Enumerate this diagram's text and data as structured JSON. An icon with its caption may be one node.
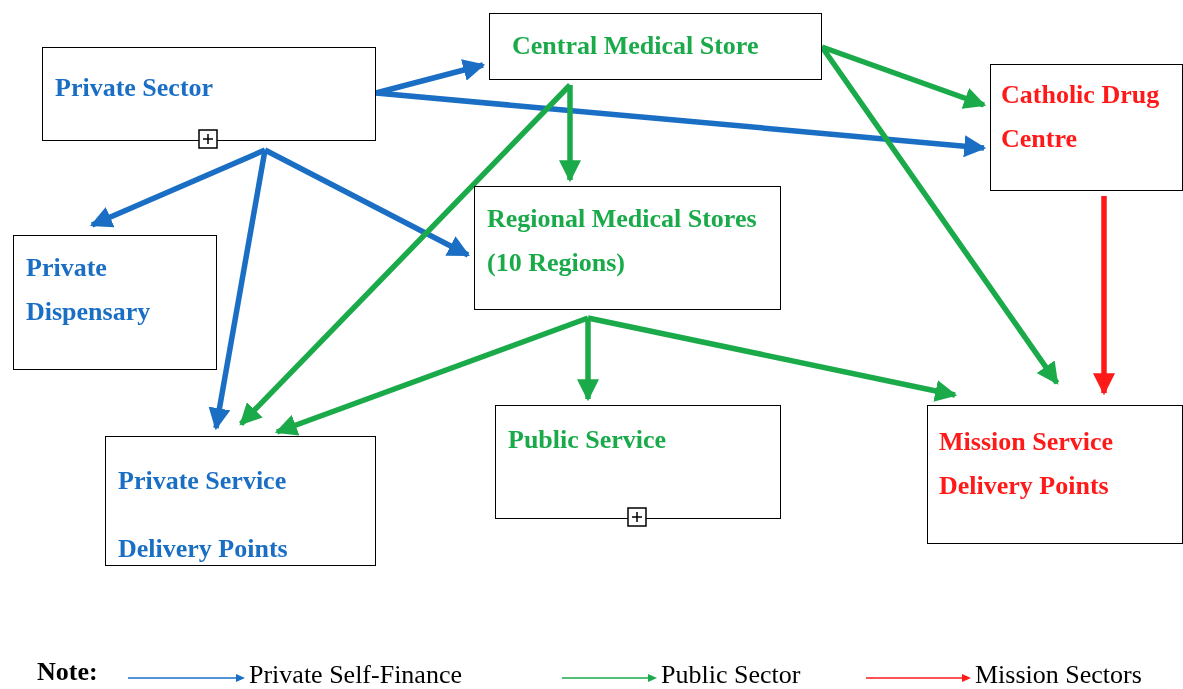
{
  "diagram": {
    "nodes": [
      {
        "text": [
          "Private Sector"
        ]
      },
      {
        "text": [
          "Central Medical Store"
        ]
      },
      {
        "text": [
          "Catholic Drug Centre"
        ]
      },
      {
        "text": [
          "Private Dispensary"
        ]
      },
      {
        "text": [
          "Regional Medical Stores (10 Regions)"
        ]
      },
      {
        "text": [
          "Private Service Delivery Points"
        ]
      },
      {
        "text": [
          "Public Service"
        ]
      },
      {
        "text": [
          "Mission Service Delivery Points"
        ]
      }
    ],
    "edges": [
      {
        "from": 0,
        "to": 1,
        "arrow": "to",
        "color": "#1a6fc4"
      },
      {
        "from": 0,
        "to": 2,
        "arrow": "to",
        "color": "#1a6fc4"
      },
      {
        "from": 0,
        "to": 3,
        "arrow": "to",
        "color": "#1a6fc4"
      },
      {
        "from": 0,
        "to": 5,
        "arrow": "to",
        "color": "#1a6fc4"
      },
      {
        "from": 0,
        "to": 4,
        "arrow": "to",
        "color": "#1a6fc4"
      },
      {
        "from": 1,
        "to": 2,
        "arrow": "to"
      },
      {
        "from": 1,
        "to": 7,
        "arrow": "to"
      },
      {
        "from": 1,
        "to": 4,
        "arrow": "to"
      },
      {
        "from": 1,
        "to": 5,
        "arrow": "to"
      },
      {
        "from": 4,
        "to": 5,
        "arrow": "to"
      },
      {
        "from": 4,
        "to": 6,
        "arrow": "to"
      },
      {
        "from": 4,
        "to": 7,
        "arrow": "to"
      },
      {
        "from": 2,
        "to": 7,
        "arrow": "to",
        "color": "#ff1a1a"
      }
    ],
    "labels": [
      "Note:"
    ],
    "legend": [
      {
        "text": "Private Self-Finance"
      },
      {
        "text": "Public Sector"
      },
      {
        "text": "Mission Sectors"
      }
    ]
  }
}
